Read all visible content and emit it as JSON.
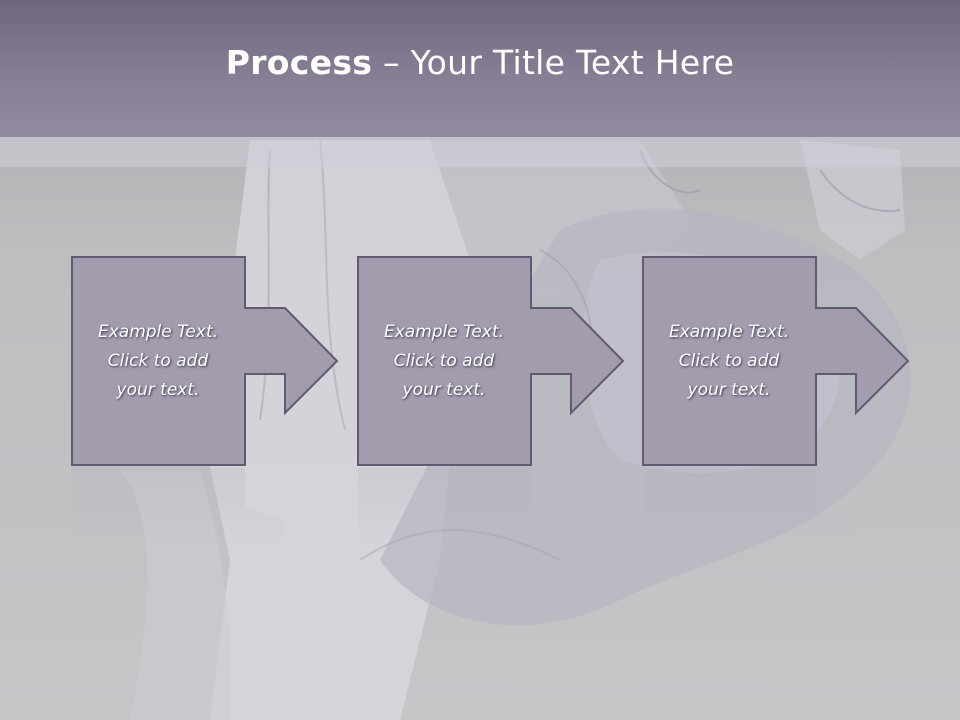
{
  "title": {
    "bold": "Process",
    "rest": " – Your Title Text Here"
  },
  "steps": [
    {
      "text": "Example Text.\nClick  to add\nyour text."
    },
    {
      "text": "Example Text.\nClick  to add\nyour text."
    },
    {
      "text": "Example Text.\nClick  to add\nyour text."
    }
  ],
  "colors": {
    "title_bar": "#877d94",
    "box_fill": "#a39cae",
    "box_border": "#625a70",
    "text": "#ffffff"
  }
}
